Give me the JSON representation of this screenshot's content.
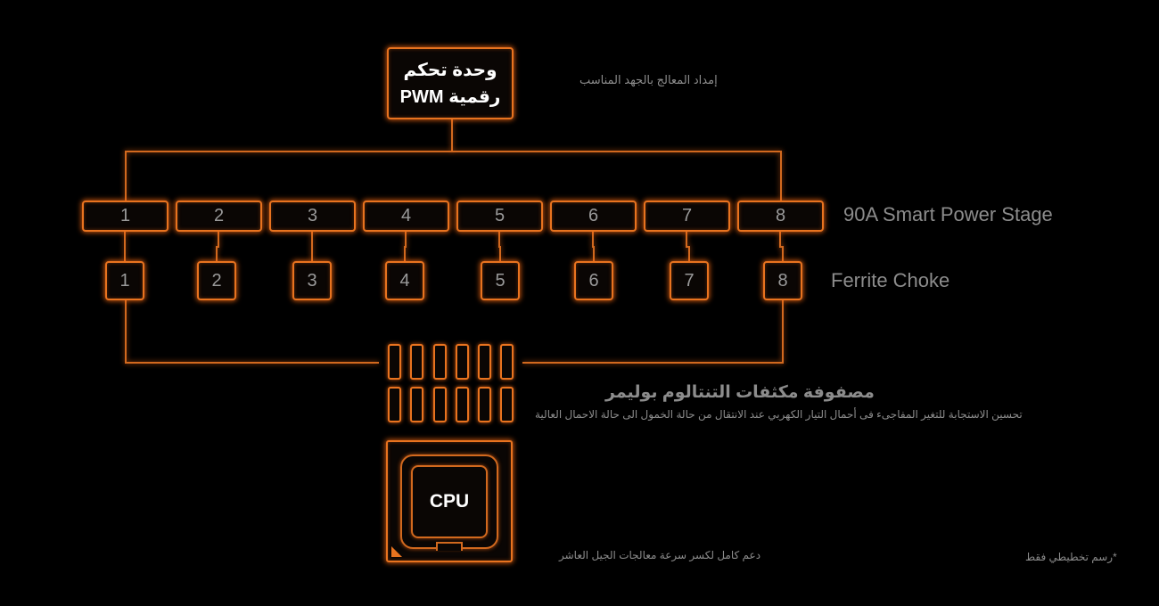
{
  "controller": {
    "line1": "وحدة تحكم",
    "line2": "PWM رقمية"
  },
  "supply_note": "إمداد المعالج بالجهد المناسب",
  "power_stage": {
    "label": "90A Smart Power Stage",
    "phases": [
      "1",
      "2",
      "3",
      "4",
      "5",
      "6",
      "7",
      "8"
    ]
  },
  "choke": {
    "label": "Ferrite Choke",
    "phases": [
      "1",
      "2",
      "3",
      "4",
      "5",
      "6",
      "7",
      "8"
    ]
  },
  "capacitors": {
    "title": "مصفوفة مكثفات التنتالوم بوليمر",
    "description": "تحسين الاستجابة للتغير المفاجىء فى أحمال التيار الكهربي عند الانتقال من حالة الخمول الى حالة الاحمال العالية"
  },
  "cpu": {
    "label": "CPU",
    "note": "دعم كامل لكسر سرعة معالجات الجيل العاشر"
  },
  "disclaimer": "*رسم تخطيطي فقط",
  "colors": {
    "accent": "#e8731f",
    "background": "#000000",
    "text": "#8c8c8c"
  }
}
